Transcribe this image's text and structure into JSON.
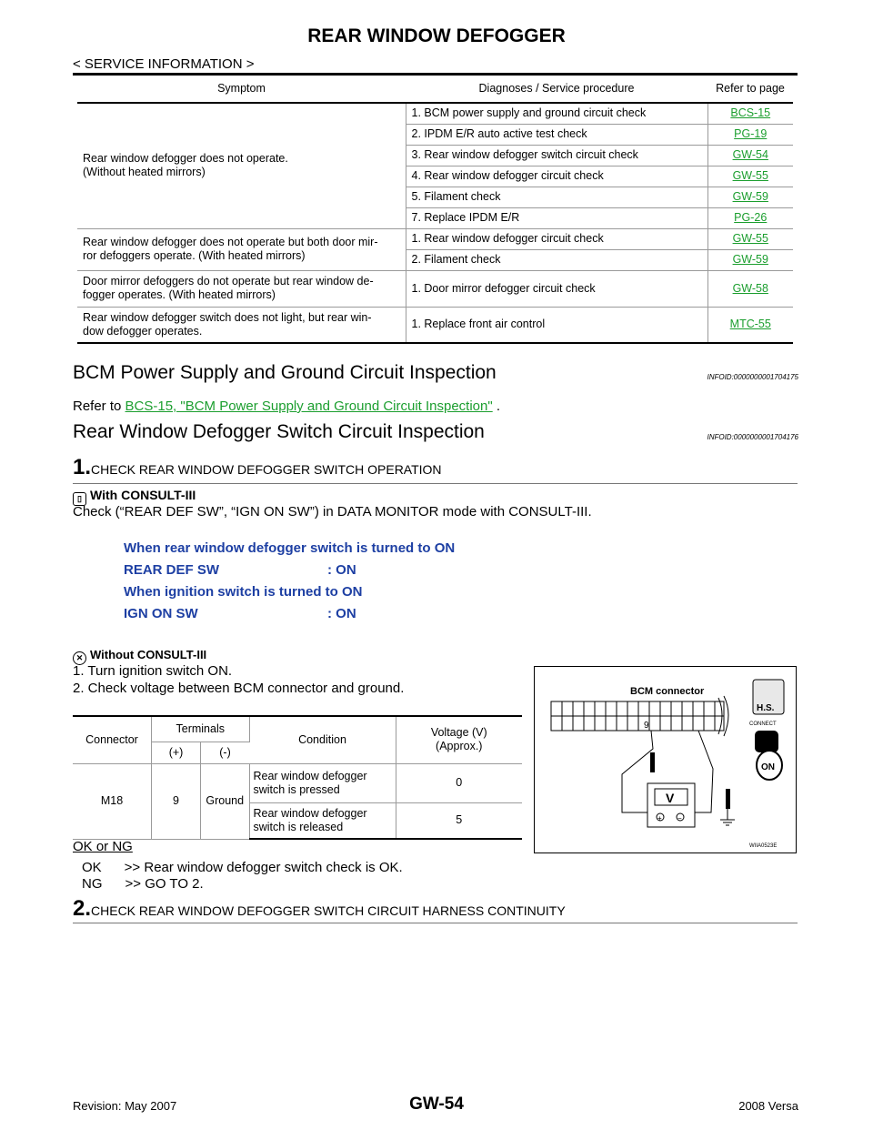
{
  "header": {
    "title": "REAR WINDOW DEFOGGER",
    "section": "< SERVICE INFORMATION >"
  },
  "symptom_table": {
    "headers": [
      "Symptom",
      "Diagnoses / Service procedure",
      "Refer to page"
    ],
    "groups": [
      {
        "symptom": [
          "Rear window defogger does not operate.",
          "(Without heated mirrors)"
        ],
        "rows": [
          {
            "proc": "1.     BCM power supply and ground circuit check",
            "ref": "BCS-15"
          },
          {
            "proc": "2. IPDM E/R auto active test check",
            "ref": "PG-19"
          },
          {
            "proc": "3. Rear window defogger switch circuit check",
            "ref": "GW-54"
          },
          {
            "proc": "4. Rear window defogger circuit check",
            "ref": "GW-55"
          },
          {
            "proc": "5. Filament check",
            "ref": "GW-59"
          },
          {
            "proc": "7. Replace IPDM E/R",
            "ref": "PG-26"
          }
        ]
      },
      {
        "symptom": [
          "Rear window defogger does not operate but both door mir-",
          "ror defoggers operate. (With heated mirrors)"
        ],
        "rows": [
          {
            "proc": "1. Rear window defogger circuit check",
            "ref": "GW-55"
          },
          {
            "proc": "2. Filament check",
            "ref": "GW-59"
          }
        ]
      },
      {
        "symptom": [
          "Door mirror defoggers do not operate but rear window de-",
          "fogger operates. (With heated mirrors)"
        ],
        "rows": [
          {
            "proc": "1. Door mirror defogger circuit check",
            "ref": "GW-58"
          }
        ]
      },
      {
        "symptom": [
          "Rear window defogger switch does not light, but rear win-",
          "dow defogger operates."
        ],
        "rows": [
          {
            "proc": "1. Replace front air control",
            "ref": "MTC-55"
          }
        ]
      }
    ]
  },
  "bcm_section": {
    "heading": "BCM Power Supply and Ground Circuit Inspection",
    "infoid": "INFOID:0000000001704175",
    "refer_prefix": "Refer to ",
    "refer_link": "BCS-15, \"BCM Power Supply and Ground Circuit Inspection\"",
    "refer_suffix": " ."
  },
  "switch_section": {
    "heading": "Rear Window Defogger Switch Circuit Inspection",
    "infoid": "INFOID:0000000001704176",
    "step1_num": "1.",
    "step1_title": "CHECK REAR WINDOW DEFOGGER SWITCH OPERATION",
    "with_consult": "With CONSULT-III",
    "with_consult_text": "Check (“REAR DEF SW”, “IGN ON SW”) in DATA MONITOR mode with CONSULT-III.",
    "spec": [
      {
        "label": "When rear window defogger switch is turned to ON",
        "value": ""
      },
      {
        "label": "REAR DEF SW",
        "value": ": ON"
      },
      {
        "label": "When ignition switch is turned to ON",
        "value": ""
      },
      {
        "label": "IGN ON SW",
        "value": ": ON"
      }
    ],
    "without_consult": "Without CONSULT-III",
    "instructions": [
      "1.   Turn ignition switch ON.",
      "2.   Check voltage between BCM connector and ground."
    ],
    "ok_ng_label": "OK or NG",
    "ok_line": "OK      >> Rear window defogger switch check is OK.",
    "ng_line": "NG      >> GO TO 2.",
    "step2_num": "2.",
    "step2_title": "CHECK REAR WINDOW DEFOGGER SWITCH CIRCUIT HARNESS CONTINUITY"
  },
  "terminal_table": {
    "connector_header": "Connector",
    "terminals_header": "Terminals",
    "plus_header": "(+)",
    "minus_header": "(-)",
    "condition_header": "Condition",
    "voltage_header": [
      "Voltage (V)",
      "(Approx.)"
    ],
    "connector": "M18",
    "plus": "9",
    "minus": "Ground",
    "rows": [
      {
        "condition": [
          "Rear window defogger",
          "switch is pressed"
        ],
        "voltage": "0"
      },
      {
        "condition": [
          "Rear window defogger",
          "switch is released"
        ],
        "voltage": "5"
      }
    ]
  },
  "figure": {
    "connector_label": "BCM connector",
    "pin_label": "9",
    "meter_label": "V",
    "plus": "+",
    "minus": "−",
    "hs_label": "H.S.",
    "connect_label": "CONNECT",
    "on_label": "ON",
    "figure_id": "WIIA0523E"
  },
  "footer": {
    "revision": "Revision: May 2007",
    "page": "GW-54",
    "model": "2008 Versa"
  }
}
